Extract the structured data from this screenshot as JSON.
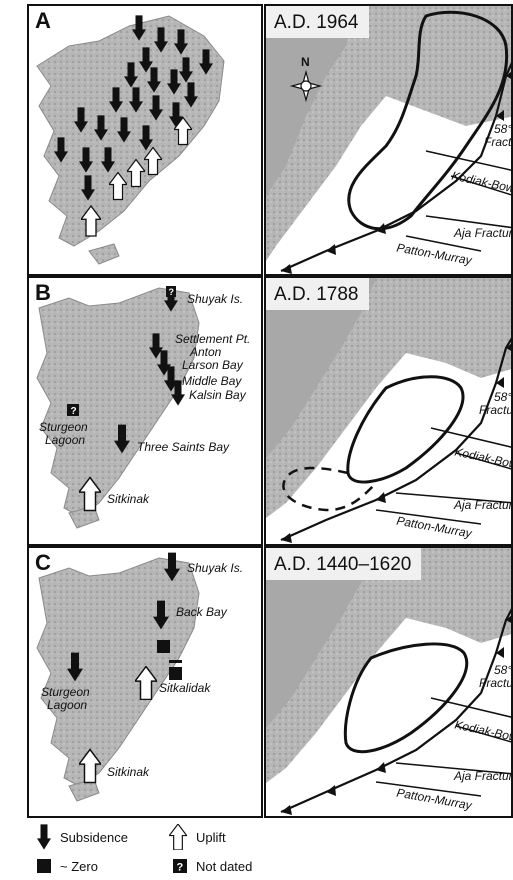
{
  "panels": {
    "A": {
      "letter": "A"
    },
    "B": {
      "letter": "B",
      "labels": [
        "Shuyak Is.",
        "Settlement Pt.",
        "Anton",
        "Larson Bay",
        "Middle Bay",
        "Kalsin Bay",
        "Sturgeon",
        "Lagoon",
        "Three Saints Bay",
        "Sitkinak"
      ]
    },
    "C": {
      "letter": "C",
      "labels": [
        "Shuyak Is.",
        "Back Bay",
        "Sturgeon",
        "Lagoon",
        "Sitkalidak",
        "Sitkinak"
      ]
    }
  },
  "maps": {
    "m1964": {
      "date": "A.D. 1964",
      "north": "N",
      "fracture": "58°",
      "fracture2": "Fractu",
      "kodiak": "Kodiak-Bow",
      "aja": "Aja Fractur",
      "patton": "Patton-Murray"
    },
    "m1788": {
      "date": "A.D. 1788",
      "fracture": "58°",
      "fracture2": "Fractu",
      "kodiak": "Kodiak-Bow",
      "aja": "Aja Fractur",
      "patton": "Patton-Murray"
    },
    "m1440": {
      "date": "A.D. 1440–1620",
      "fracture": "58°",
      "fracture2": "Fractu",
      "kodiak": "Kodiak-Bow",
      "aja": "Aja Fractur",
      "patton": "Patton-Murray"
    }
  },
  "legend": {
    "subsidence": "Subsidence",
    "uplift": "Uplift",
    "zero": "~ Zero",
    "not_dated": "Not dated",
    "q": "?"
  }
}
